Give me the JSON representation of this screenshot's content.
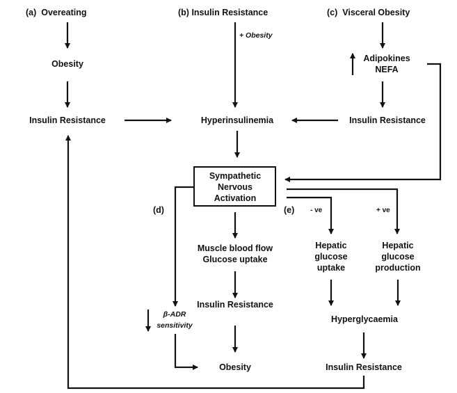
{
  "diagram": {
    "panels": {
      "a": {
        "tag": "(a)",
        "nodes": [
          "Overeating",
          "Obesity",
          "Insulin Resistance"
        ]
      },
      "b": {
        "tag": "(b)",
        "start": "Insulin Resistance",
        "edge_label": "+ Obesity",
        "end": "Hyperinsulinemia"
      },
      "c": {
        "tag": "(c)",
        "start": "Visceral Obesity",
        "middle_line1": "Adipokines",
        "middle_line2": "NEFA",
        "middle_modifier": "increase",
        "end": "Insulin Resistance"
      },
      "center": {
        "box_line1": "Sympathetic",
        "box_line2": "Nervous",
        "box_line3": "Activation"
      },
      "d": {
        "tag": "(d)",
        "muscle_line1": "Muscle blood flow",
        "muscle_line2": "Glucose uptake",
        "insulin_resistance": "Insulin Resistance",
        "obesity": "Obesity",
        "beta_line1": "β-ADR",
        "beta_line2": "sensitivity",
        "beta_modifier": "decrease"
      },
      "e": {
        "tag": "(e)",
        "neg_label": "- ve",
        "pos_label": "+ ve",
        "uptake_line1": "Hepatic",
        "uptake_line2": "glucose",
        "uptake_line3": "uptake",
        "production_line1": "Hepatic",
        "production_line2": "glucose",
        "production_line3": "production",
        "hyperglycaemia": "Hyperglycaemia",
        "insulin_resistance": "Insulin Resistance"
      }
    },
    "edges": [
      [
        "Overeating",
        "Obesity"
      ],
      [
        "Obesity",
        "Insulin Resistance (a)"
      ],
      [
        "Insulin Resistance (a)",
        "Hyperinsulinemia"
      ],
      [
        "Insulin Resistance (b)",
        "Hyperinsulinemia"
      ],
      [
        "Visceral Obesity",
        "Adipokines NEFA"
      ],
      [
        "Adipokines NEFA",
        "Insulin Resistance (c)"
      ],
      [
        "Adipokines NEFA",
        "Sympathetic Nervous Activation"
      ],
      [
        "Insulin Resistance (c)",
        "Hyperinsulinemia"
      ],
      [
        "Hyperinsulinemia",
        "Sympathetic Nervous Activation"
      ],
      [
        "Sympathetic Nervous Activation",
        "Muscle blood flow Glucose uptake"
      ],
      [
        "Sympathetic Nervous Activation",
        "β-ADR sensitivity"
      ],
      [
        "Sympathetic Nervous Activation",
        "Hepatic glucose uptake"
      ],
      [
        "Sympathetic Nervous Activation",
        "Hepatic glucose production"
      ],
      [
        "Muscle blood flow Glucose uptake",
        "Insulin Resistance (d)"
      ],
      [
        "Insulin Resistance (d)",
        "Obesity (d)"
      ],
      [
        "β-ADR sensitivity",
        "Obesity (d)"
      ],
      [
        "Hepatic glucose uptake",
        "Hyperglycaemia"
      ],
      [
        "Hepatic glucose production",
        "Hyperglycaemia"
      ],
      [
        "Hyperglycaemia",
        "Insulin Resistance (e)"
      ],
      [
        "Insulin Resistance (e)",
        "Insulin Resistance (a)"
      ]
    ]
  }
}
